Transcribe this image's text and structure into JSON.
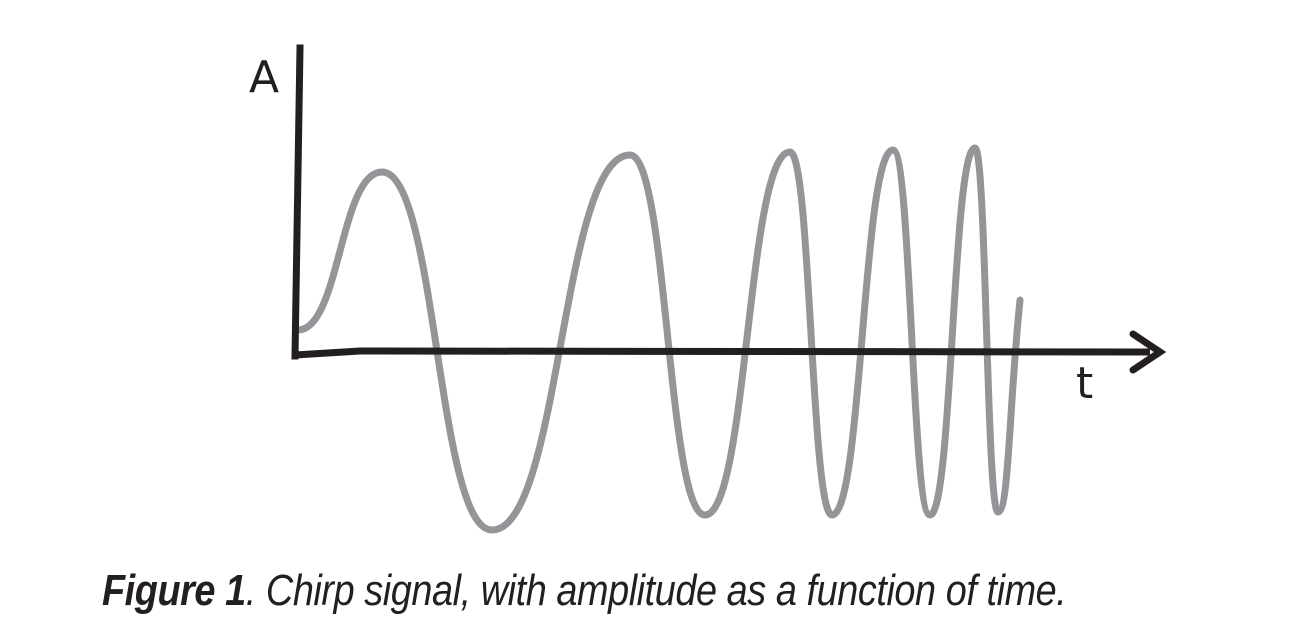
{
  "figure": {
    "y_axis_label": "A",
    "x_axis_label": "t",
    "colors": {
      "axis": "#231f20",
      "signal": "#939598",
      "text": "#231f20"
    }
  },
  "caption": {
    "label": "Figure 1",
    "text": ". Chirp signal, with amplitude as a function of time."
  }
}
